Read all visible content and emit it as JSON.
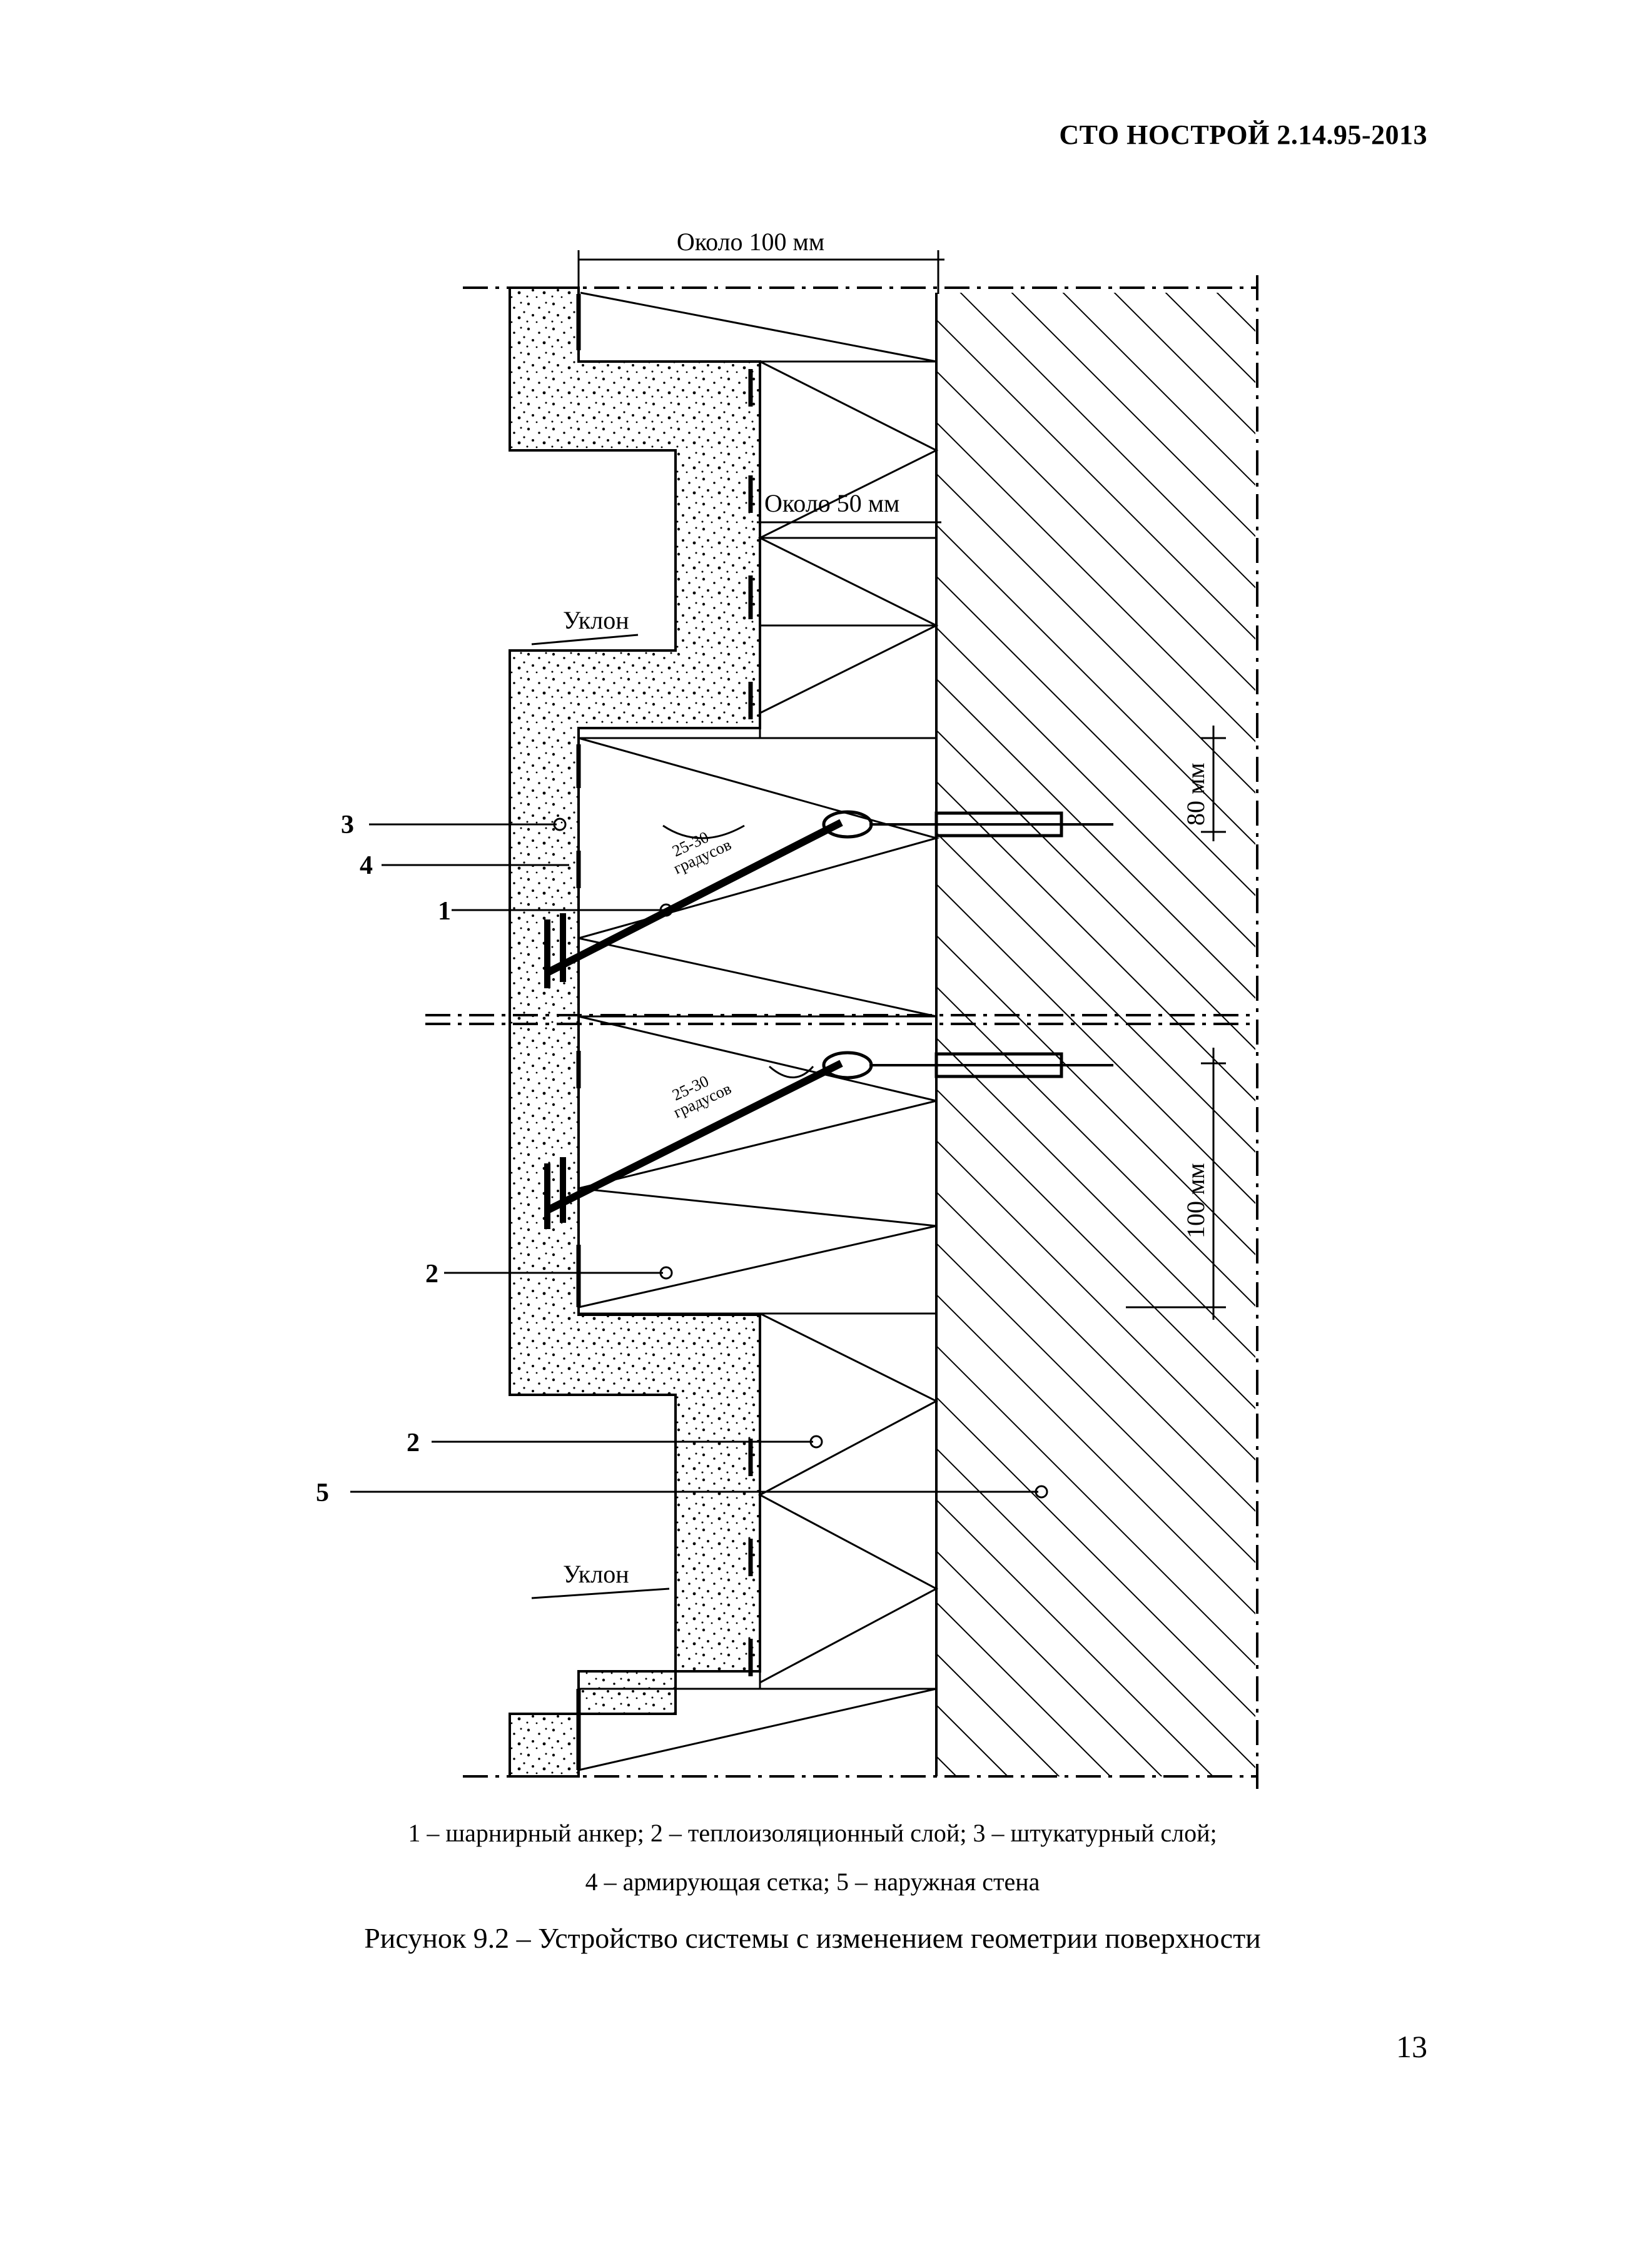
{
  "header": {
    "doc_code": "СТО НОСТРОЙ 2.14.95-2013"
  },
  "drawing": {
    "dimension_top": "Около 100 мм",
    "dimension_mid": "Около 50 мм",
    "slope_label_upper": "Уклон",
    "slope_label_lower": "Уклон",
    "angle_line1": "25-30",
    "angle_line2": "градусов",
    "dimension_right_upper": "80 мм",
    "dimension_right_lower": "100 мм",
    "callouts": [
      "3",
      "4",
      "1",
      "2",
      "2",
      "5"
    ]
  },
  "caption": {
    "line1": "1 – шарнирный анкер; 2 – теплоизоляционный слой; 3 – штукатурный слой;",
    "line2": "4 – армирующая сетка; 5 – наружная стена"
  },
  "figure_title": "Рисунок 9.2 – Устройство системы с изменением геометрии поверхности",
  "page_number": "13"
}
